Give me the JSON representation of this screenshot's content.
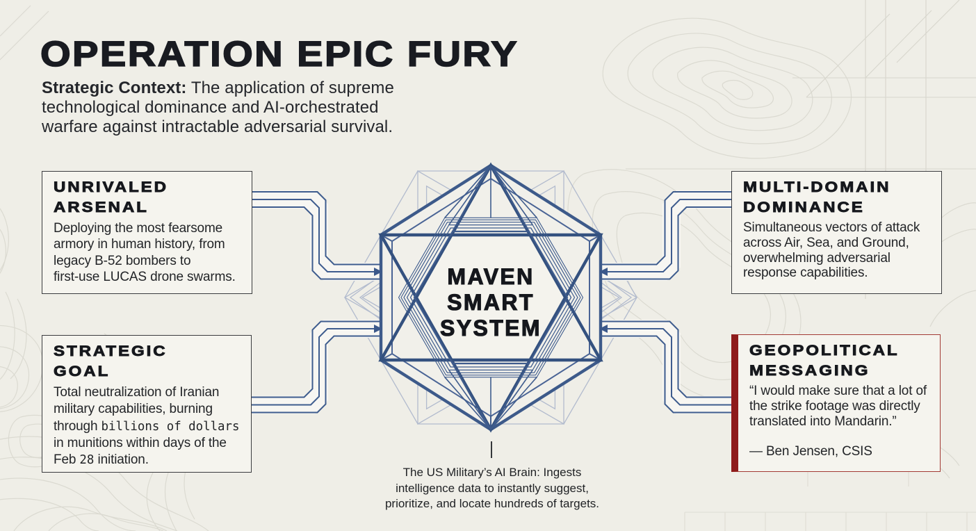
{
  "title": "OPERATION EPIC FURY",
  "subtitle": {
    "label": "Strategic Context:",
    "line1_rest": " The application of supreme",
    "line2": "technological dominance and AI-orchestrated",
    "line3": "warfare against intractable adversarial survival."
  },
  "center": {
    "label_lines": [
      "MAVEN",
      "SMART",
      "SYSTEM"
    ],
    "caption_lines": [
      "The US Military’s AI Brain: Ingests",
      "intelligence data to instantly suggest,",
      "prioritize, and locate hundreds of targets."
    ]
  },
  "boxes": {
    "unrivaled_arsenal": {
      "title_lines": [
        "UNRIVALED",
        "ARSENAL"
      ],
      "body_lines": [
        "Deploying the most fearsome",
        "armory in human history, from",
        "legacy B-52 bombers to",
        "first-use LUCAS drone swarms."
      ]
    },
    "strategic_goal": {
      "title_lines": [
        "STRATEGIC",
        "GOAL"
      ],
      "line1": "Total neutralization of Iranian",
      "line2": "military capabilities, burning",
      "line3_pre": "through ",
      "line3_mono": "billions of dollars",
      "line4": "in munitions within days of the",
      "line5_pre": "Feb ",
      "line5_mono": "28",
      "line5_post": " initiation."
    },
    "multi_domain": {
      "title_lines": [
        "MULTI-DOMAIN",
        "DOMINANCE"
      ],
      "body_lines": [
        "Simultaneous vectors of attack",
        "across Air, Sea, and Ground,",
        "overwhelming adversarial",
        "response capabilities."
      ]
    },
    "geopolitical": {
      "title_lines": [
        "GEOPOLITICAL",
        "MESSAGING"
      ],
      "quote_lines": [
        "“I would make sure that a lot of",
        "the strike footage was directly",
        "translated into Mandarin.”"
      ],
      "attribution": "— Ben Jensen, CSIS"
    }
  },
  "colors": {
    "background": "#efeee7",
    "box_background": "#f5f4ee",
    "ink": "#191b21",
    "navy": "#3d5a8a",
    "navy_faint": "#aab4ca",
    "red_accent": "#8e1b1b"
  }
}
